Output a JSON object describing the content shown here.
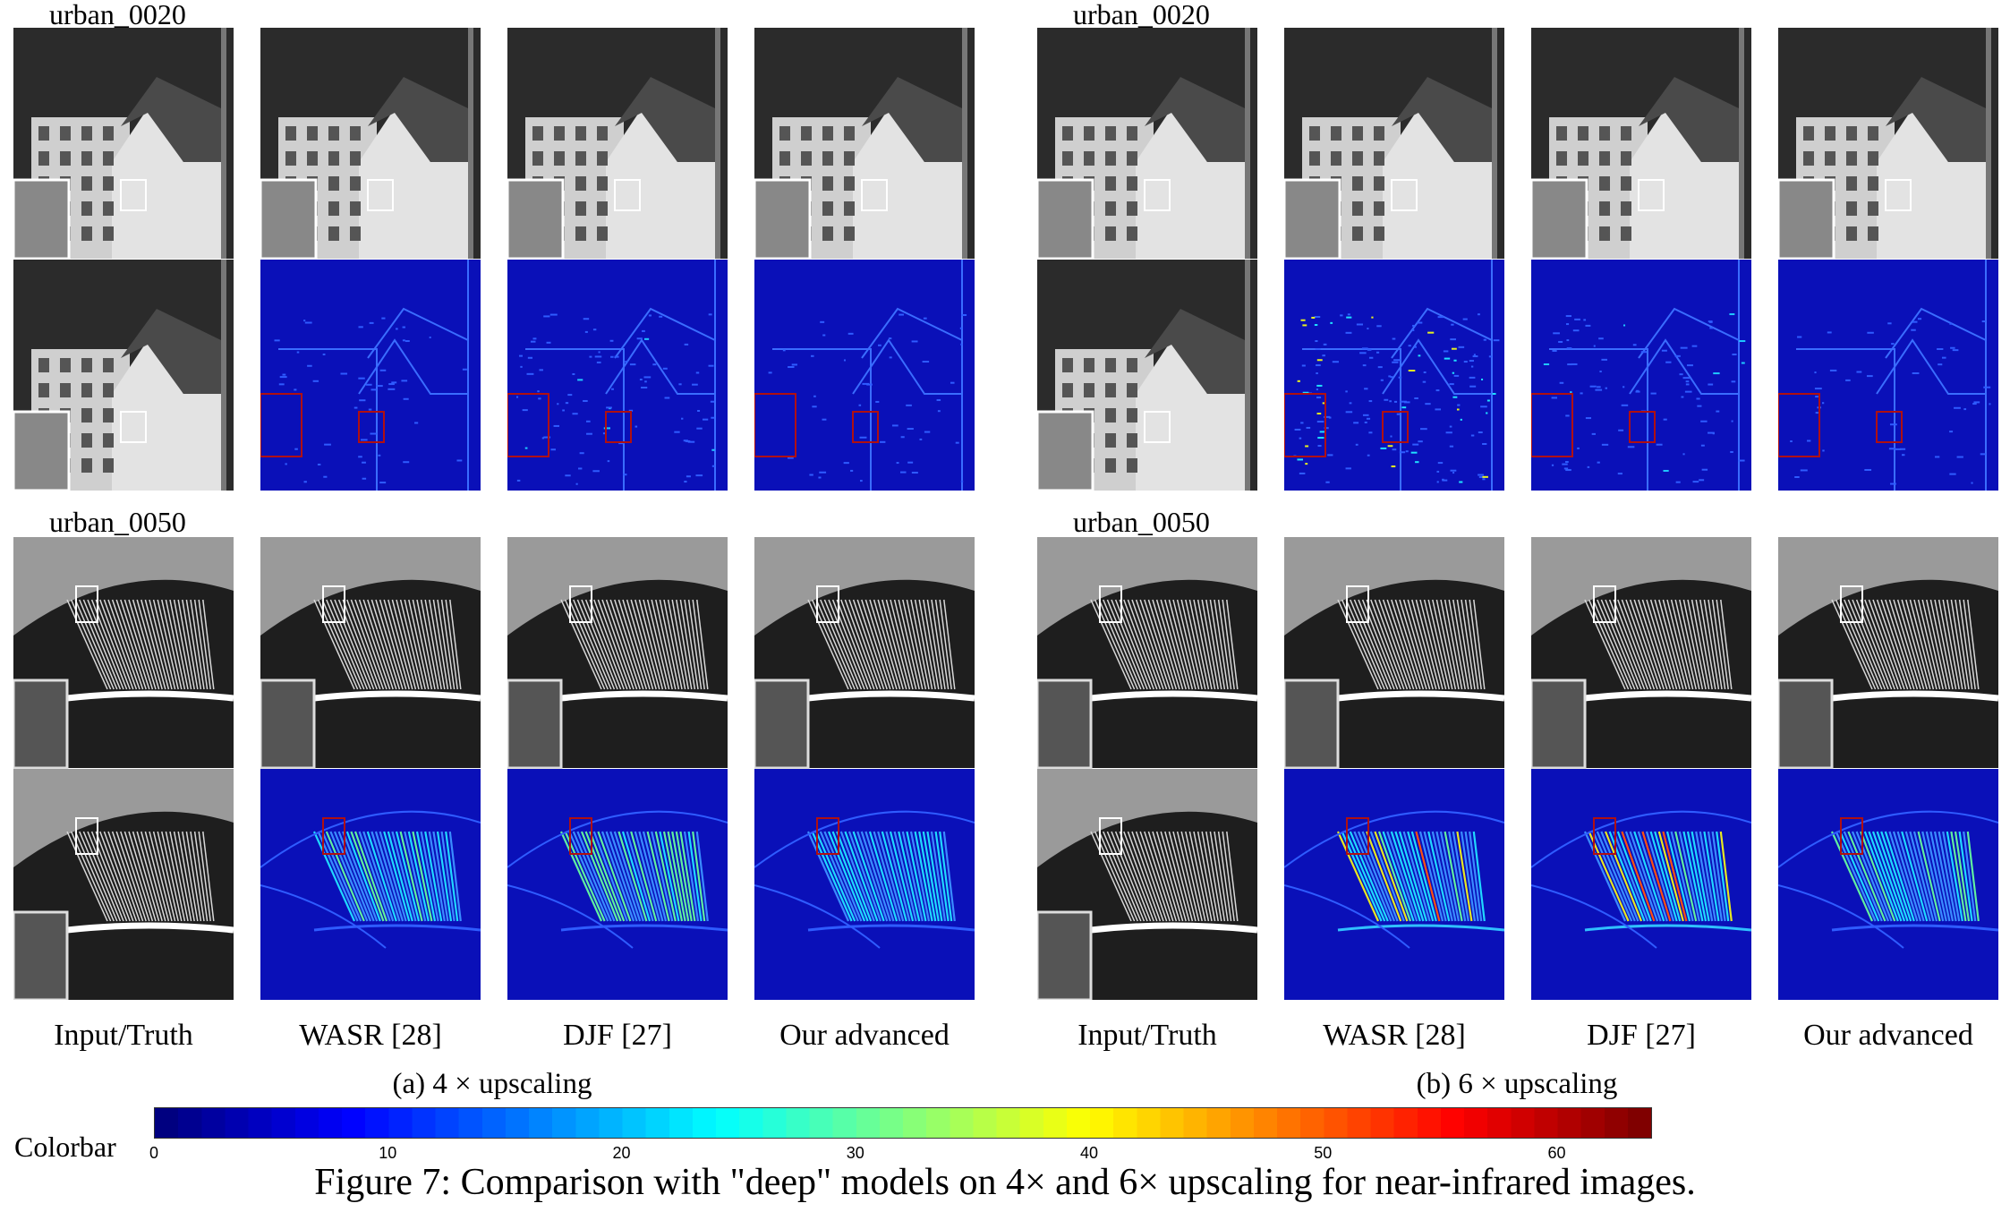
{
  "figure": {
    "groups": [
      {
        "sub_label": "(a) 4 × upscaling",
        "rows": [
          {
            "title": "urban_0020",
            "scene": "urban0020",
            "panels": [
              "gray",
              "heat-low",
              "heat-med",
              "heat-low"
            ]
          },
          {
            "title": "urban_0050",
            "scene": "urban0050",
            "panels": [
              "gray",
              "heat-med",
              "heat-med",
              "heat-low"
            ]
          }
        ]
      },
      {
        "sub_label": "(b) 6 × upscaling",
        "rows": [
          {
            "title": "urban_0020",
            "scene": "urban0020",
            "panels": [
              "gray",
              "heat-high",
              "heat-med",
              "heat-low"
            ]
          },
          {
            "title": "urban_0050",
            "scene": "urban0050",
            "panels": [
              "gray",
              "heat-high",
              "heat-high",
              "heat-med"
            ]
          }
        ]
      }
    ],
    "column_labels": [
      "Input/Truth",
      "WASR [28]",
      "DJF [27]",
      "Our advanced"
    ],
    "colorbar": {
      "label": "Colorbar",
      "min": 0,
      "max": 64,
      "ticks": [
        "0",
        "10",
        "20",
        "30",
        "40",
        "50",
        "60"
      ],
      "colormap": "jet"
    },
    "caption": "Figure 7: Comparison with \"deep\" models on 4× and 6× upscaling for near-infrared images."
  }
}
